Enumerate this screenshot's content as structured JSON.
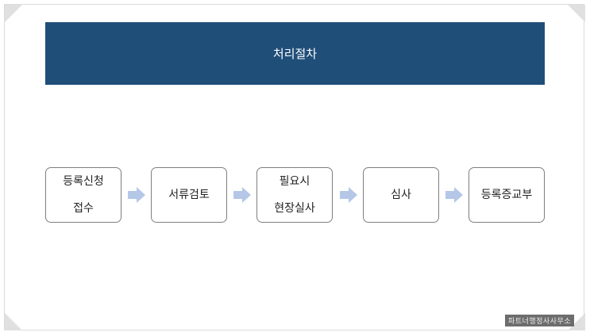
{
  "header": {
    "title": "처리절차"
  },
  "steps": [
    {
      "lines": [
        "등록신청",
        "접수"
      ]
    },
    {
      "lines": [
        "서류검토"
      ]
    },
    {
      "lines": [
        "필요시",
        "현장실사"
      ]
    },
    {
      "lines": [
        "심사"
      ]
    },
    {
      "lines": [
        "등록증교부"
      ]
    }
  ],
  "watermark": "파트너행정사사무소",
  "colors": {
    "header": "#1f4e79",
    "arrow": "#b4c7e7"
  }
}
